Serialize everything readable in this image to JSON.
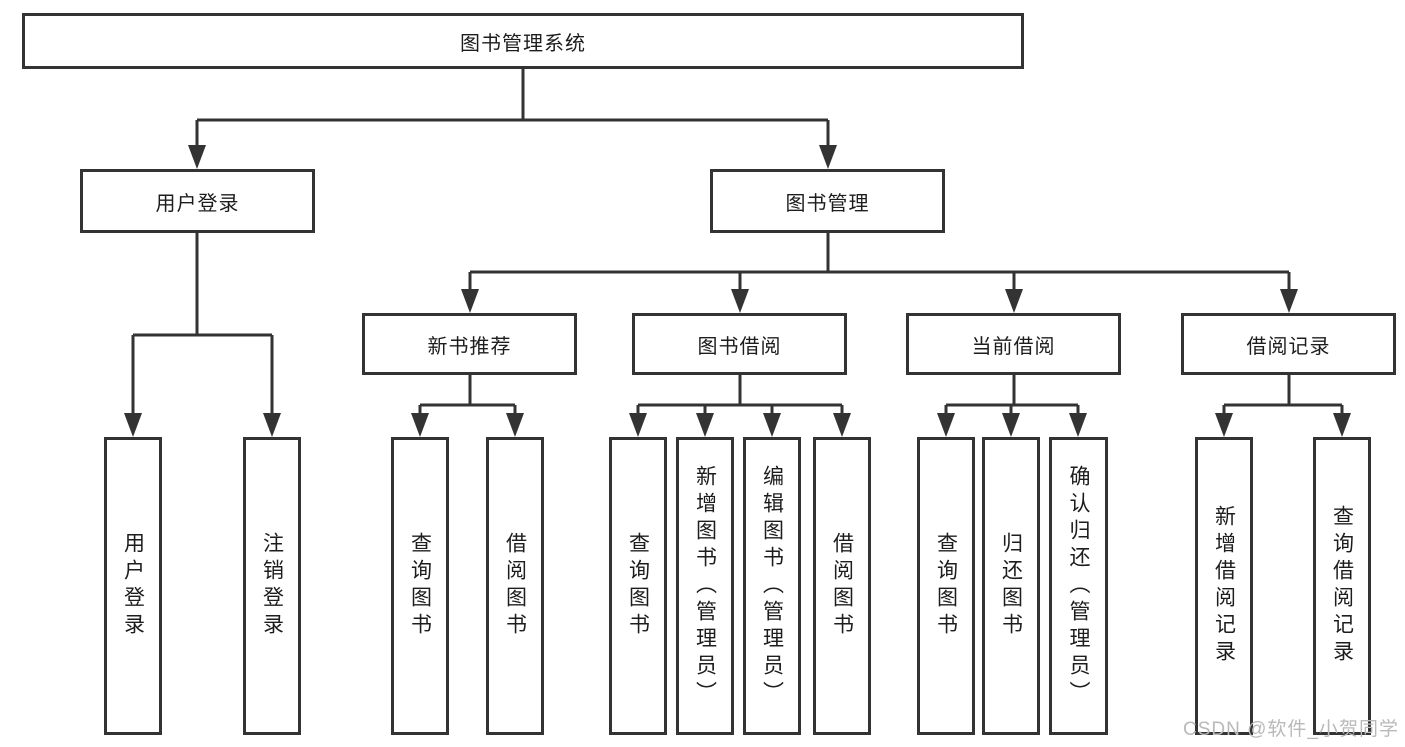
{
  "colors": {
    "line": "#333333",
    "text": "#1d1d1d",
    "watermark": "#b9b9b9",
    "background": "#ffffff"
  },
  "watermark": {
    "text": "CSDN @软件_小贺同学"
  },
  "tree": {
    "label": "图书管理系统",
    "children": [
      {
        "label": "用户登录",
        "children": [
          {
            "label": "用户登录"
          },
          {
            "label": "注销登录"
          }
        ]
      },
      {
        "label": "图书管理",
        "children": [
          {
            "label": "新书推荐",
            "children": [
              {
                "label": "查询图书"
              },
              {
                "label": "借阅图书"
              }
            ]
          },
          {
            "label": "图书借阅",
            "children": [
              {
                "label": "查询图书"
              },
              {
                "label": "新增图书（管理员）"
              },
              {
                "label": "编辑图书（管理员）"
              },
              {
                "label": "借阅图书"
              }
            ]
          },
          {
            "label": "当前借阅",
            "children": [
              {
                "label": "查询图书"
              },
              {
                "label": "归还图书"
              },
              {
                "label": "确认归还（管理员）"
              }
            ]
          },
          {
            "label": "借阅记录",
            "children": [
              {
                "label": "新增借阅记录"
              },
              {
                "label": "查询借阅记录"
              }
            ]
          }
        ]
      }
    ]
  }
}
